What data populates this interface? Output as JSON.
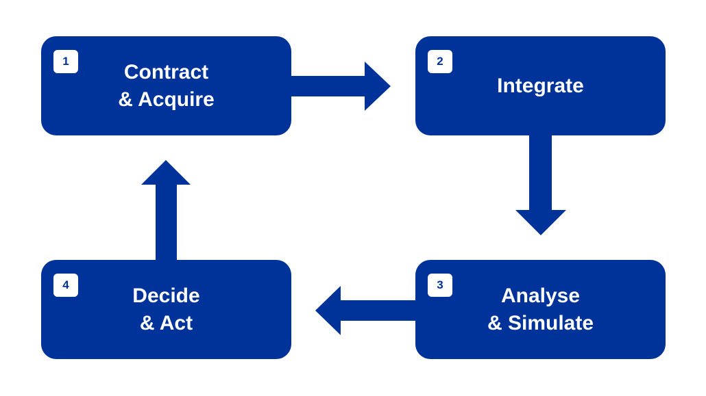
{
  "colors": {
    "box_fill": "#003399",
    "arrow_fill": "#003399",
    "badge_fill": "#ffffff",
    "label_text": "#ffffff"
  },
  "steps": [
    {
      "number": "1",
      "label": "Contract\n& Acquire"
    },
    {
      "number": "2",
      "label": "Integrate"
    },
    {
      "number": "3",
      "label": "Analyse\n& Simulate"
    },
    {
      "number": "4",
      "label": "Decide\n& Act"
    }
  ],
  "connections": [
    {
      "from": "1",
      "to": "2",
      "direction": "right"
    },
    {
      "from": "2",
      "to": "3",
      "direction": "down"
    },
    {
      "from": "3",
      "to": "4",
      "direction": "left"
    },
    {
      "from": "4",
      "to": "1",
      "direction": "up"
    }
  ]
}
